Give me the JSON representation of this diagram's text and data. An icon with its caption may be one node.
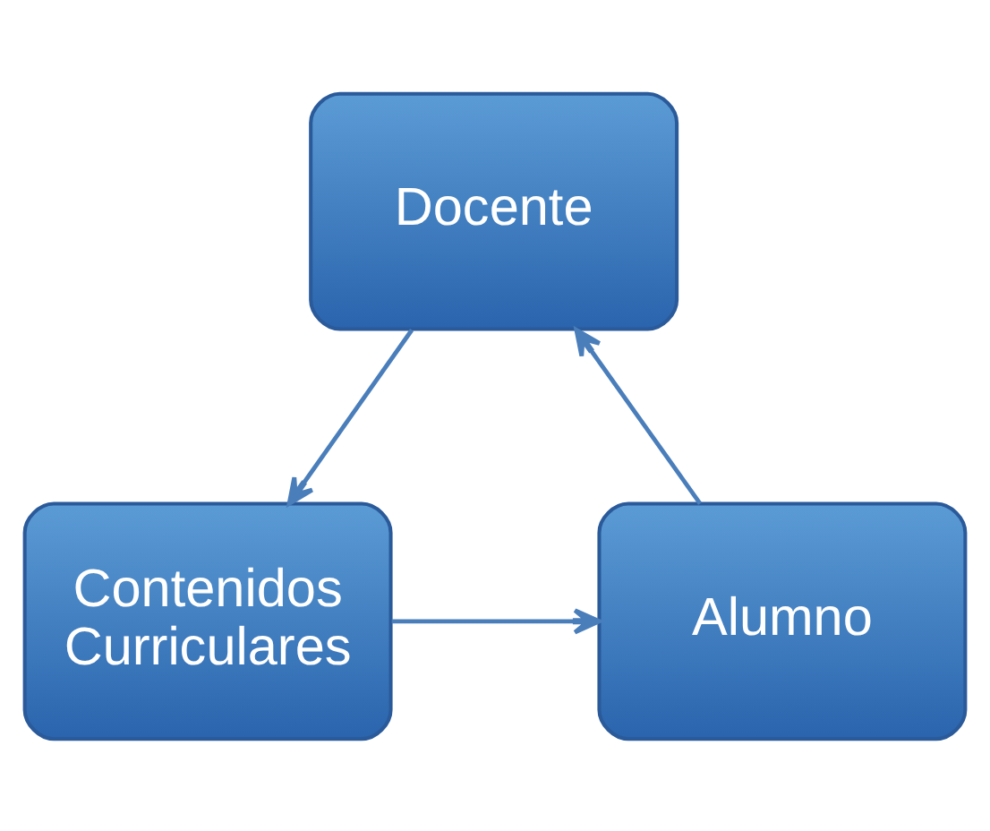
{
  "diagram": {
    "nodes": [
      {
        "text": [
          "Docente"
        ]
      },
      {
        "text": [
          "Contenidos Curriculares"
        ]
      },
      {
        "text": [
          "Alumno"
        ]
      }
    ],
    "edges": [
      {
        "from": 0,
        "to": 1,
        "arrow": "to"
      },
      {
        "from": 1,
        "to": 2,
        "arrow": "to"
      },
      {
        "from": 2,
        "to": 0,
        "arrow": "to"
      }
    ]
  }
}
